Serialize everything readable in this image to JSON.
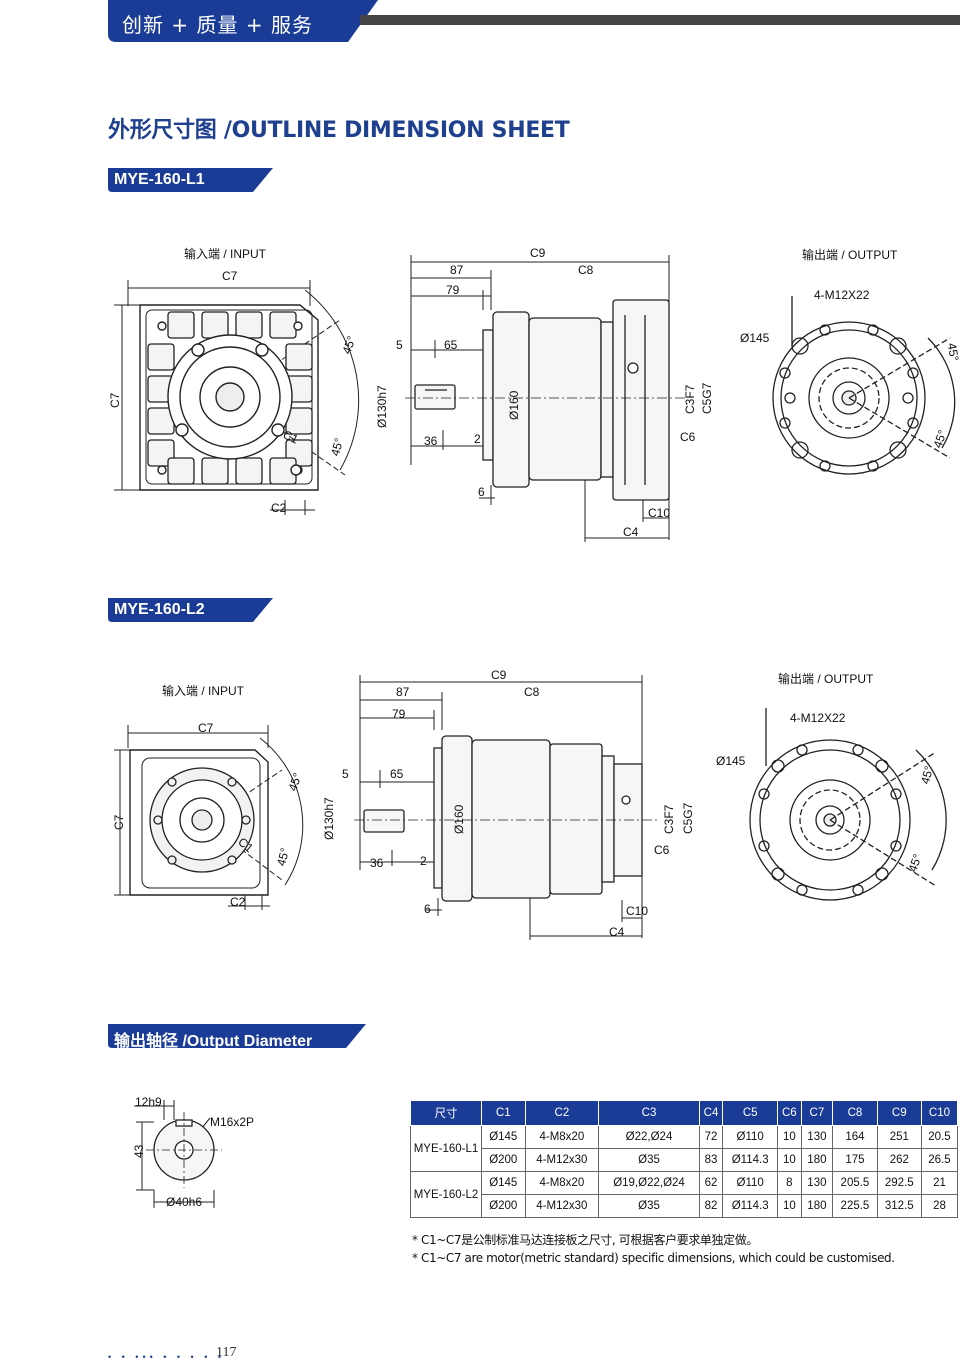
{
  "header": {
    "slogan": "创新 + 质量 + 服务"
  },
  "title": "外形尺寸图 /OUTLINE DIMENSION SHEET",
  "sections": {
    "l1": {
      "tag": "MYE-160-L1"
    },
    "l2": {
      "tag": "MYE-160-L2"
    },
    "shaft": {
      "tag": "输出轴径 /Output Diameter"
    }
  },
  "labels": {
    "input": "输入端 / INPUT",
    "output": "输出端 / OUTPUT",
    "c1": "C1",
    "c2": "C2",
    "c3f7": "C3F7",
    "c4": "C4",
    "c5g7": "C5G7",
    "c6": "C6",
    "c7": "C7",
    "c8": "C8",
    "c9": "C9",
    "c10": "C10",
    "d87": "87",
    "d79": "79",
    "d5": "5",
    "d65": "65",
    "d36": "36",
    "d2": "2",
    "d6": "6",
    "d130": "Ø130h7",
    "d160": "Ø160",
    "d145": "Ø145",
    "bolt": "4-M12X22",
    "deg45": "45°",
    "key12": "12h9",
    "thread": "M16x2P",
    "h43": "43",
    "shaft40": "Ø40h6"
  },
  "table": {
    "headers": [
      "尺寸",
      "C1",
      "C2",
      "C3",
      "C4",
      "C5",
      "C6",
      "C7",
      "C8",
      "C9",
      "C10"
    ],
    "rows": [
      {
        "model": "MYE-160-L1",
        "cells": [
          "Ø145",
          "4-M8x20",
          "Ø22,Ø24",
          "72",
          "Ø110",
          "10",
          "130",
          "164",
          "251",
          "20.5"
        ]
      },
      {
        "model": "",
        "cells": [
          "Ø200",
          "4-M12x30",
          "Ø35",
          "83",
          "Ø114.3",
          "10",
          "180",
          "175",
          "262",
          "26.5"
        ]
      },
      {
        "model": "MYE-160-L2",
        "cells": [
          "Ø145",
          "4-M8x20",
          "Ø19,Ø22,Ø24",
          "62",
          "Ø110",
          "8",
          "130",
          "205.5",
          "292.5",
          "21"
        ]
      },
      {
        "model": "",
        "cells": [
          "Ø200",
          "4-M12x30",
          "Ø35",
          "82",
          "Ø114.3",
          "10",
          "180",
          "225.5",
          "312.5",
          "28"
        ]
      }
    ]
  },
  "notes": {
    "cn": "* C1~C7是公制标准马达连接板之尺寸, 可根据客户要求单独定做。",
    "en": "* C1~C7 are motor(metric standard) specific dimensions, which could be customised."
  },
  "footer": {
    "dots": "• • ••• • • • • •",
    "page": "117"
  },
  "colors": {
    "brand": "#1a3c96",
    "title": "#1f3f8f"
  }
}
